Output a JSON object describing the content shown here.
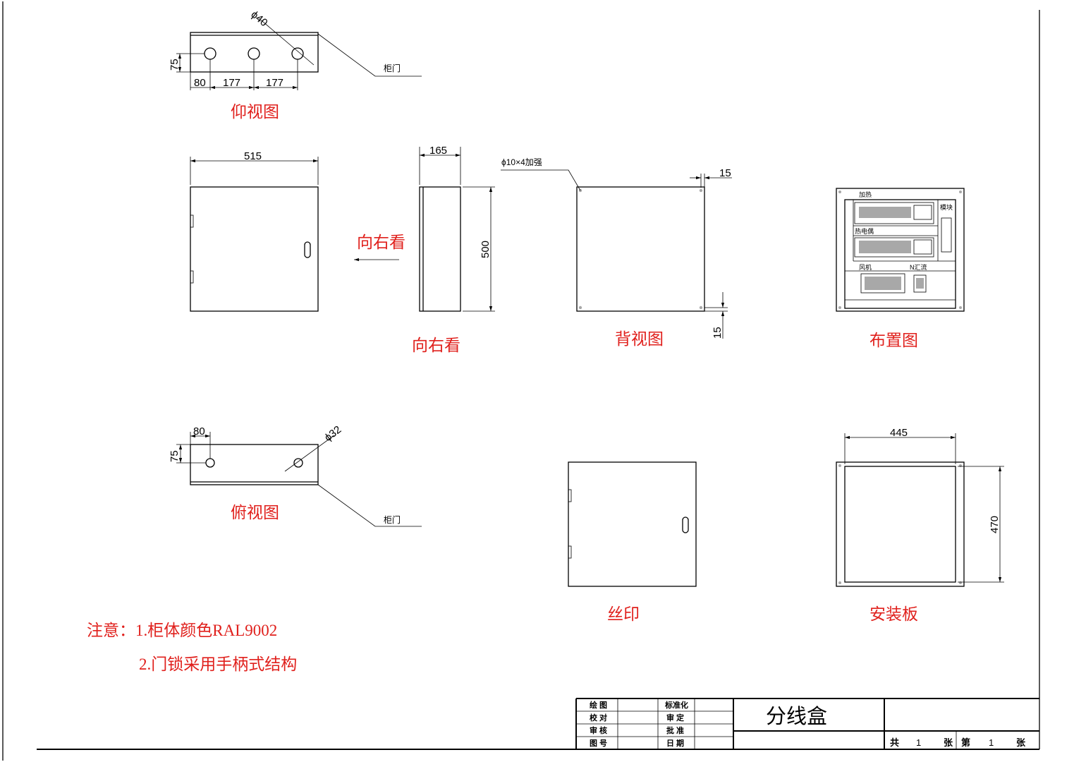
{
  "labels": {
    "bottom_view": "仰视图",
    "right_view_arrow": "向右看",
    "right_view": "向右看",
    "back_view": "背视图",
    "layout_view": "布置图",
    "top_view": "俯视图",
    "silkscreen": "丝印",
    "mounting_plate": "安装板"
  },
  "callouts": {
    "door_top": "柜门",
    "door_bottom": "柜门",
    "reinforce": "ϕ10×4加强"
  },
  "dimensions": {
    "bv_dia": "ϕ40",
    "bv_75": "75",
    "bv_80": "80",
    "bv_177a": "177",
    "bv_177b": "177",
    "front_515": "515",
    "side_165": "165",
    "side_500": "500",
    "back_15a": "15",
    "back_15b": "15",
    "tv_80": "80",
    "tv_75": "75",
    "tv_dia": "ϕ32",
    "mp_445": "445",
    "mp_470": "470"
  },
  "layout_parts": {
    "heating": "加热",
    "thermocouple": "热电偶",
    "module": "模块",
    "fan": "风机",
    "n_bus": "N汇流"
  },
  "notes": {
    "line1": "注意：1.柜体颜色RAL9002",
    "line2": "2.门锁采用手柄式结构"
  },
  "title_block": {
    "draw": "绘  图",
    "check": "校  对",
    "review": "审  核",
    "drawing_no": "图  号",
    "standard": "标准化",
    "verify": "审  定",
    "approve": "批  准",
    "date": "日  期",
    "title": "分线盒",
    "total_label": "共",
    "total_value": "1",
    "total_unit": "张",
    "sheet_label": "第",
    "sheet_value": "1",
    "sheet_unit": "张"
  }
}
